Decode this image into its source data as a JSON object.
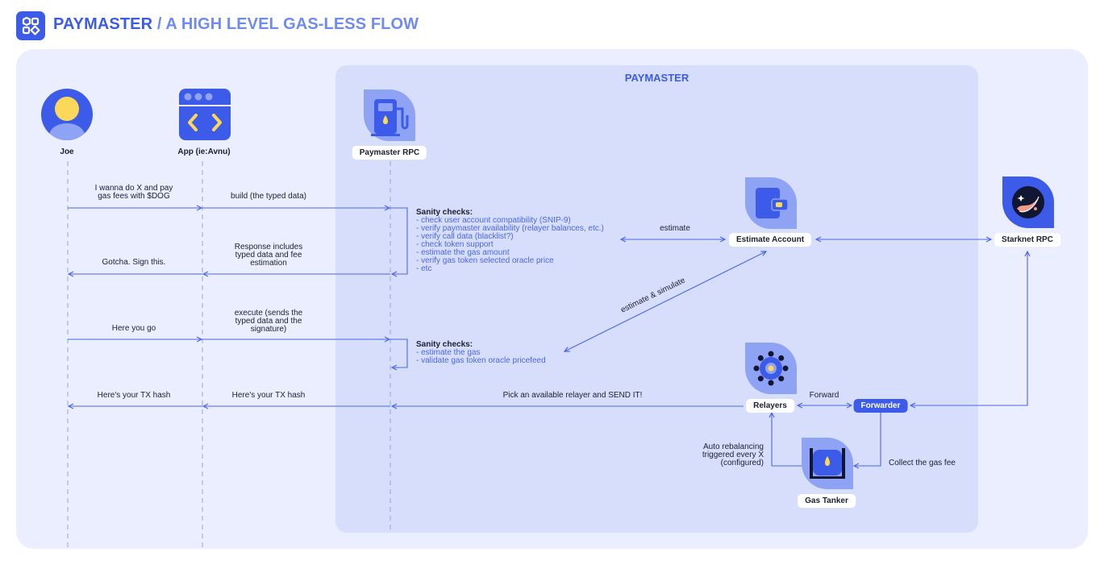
{
  "header": {
    "title_main": "PAYMASTER",
    "title_rest": " / A HIGH LEVEL GAS-LESS FLOW"
  },
  "panel": {
    "title": "PAYMASTER"
  },
  "actors": {
    "joe": "Joe",
    "app": "App (ie:Avnu)",
    "paymaster_rpc": "Paymaster RPC",
    "estimate_account": "Estimate Account",
    "starknet_rpc": "Starknet RPC",
    "relayers": "Relayers",
    "forwarder": "Forwarder",
    "gas_tanker": "Gas Tanker"
  },
  "messages": {
    "m1": [
      "I wanna do X and pay",
      "gas fees with $DOG"
    ],
    "m2": "build (the typed data)",
    "m3": [
      "Response includes",
      "typed data and fee",
      "estimation"
    ],
    "m4": "Gotcha. Sign this.",
    "m5": [
      "execute (sends the",
      "typed data and the",
      "signature)"
    ],
    "m6": "Here you go",
    "m7": "Here's your TX hash",
    "m8": "Here's your TX hash",
    "m9": "Pick an available relayer and SEND IT!",
    "estimate": "estimate",
    "estimate_simulate": "estimate & simulate",
    "forward": "Forward",
    "collect": "Collect the gas fee",
    "rebalance": [
      "Auto rebalancing",
      "triggered every X",
      "(configured)"
    ]
  },
  "sanity1": {
    "title": "Sanity checks:",
    "items": [
      "- check user account compatibility (SNIP-9)",
      "- verify paymaster availability (relayer balances, etc.)",
      "- verify call data (blacklist?)",
      "- check token support",
      "- estimate the gas amount",
      "- verify gas token selected oracle price",
      "- etc"
    ]
  },
  "sanity2": {
    "title": "Sanity checks:",
    "items": [
      "- estimate the gas",
      "- validate gas token oracle pricefeed"
    ]
  },
  "colors": {
    "accent": "#3c5be8",
    "accent_light": "#6f8bf2",
    "panel_outer": "#eaeefe",
    "panel_inner": "#d7defb",
    "icon_bg": "#8fa3f4",
    "avatar_yellow": "#fbd85a",
    "line": "#4b66e6"
  },
  "icons": {
    "logo": "puzzle-grid-icon",
    "joe": "user-avatar-icon",
    "app": "browser-code-icon",
    "paymaster_rpc": "fuel-pump-icon",
    "estimate_account": "wallet-icon",
    "starknet_rpc": "starknet-logo-icon",
    "relayers": "gear-icon",
    "gas_tanker": "fuel-tank-icon"
  }
}
